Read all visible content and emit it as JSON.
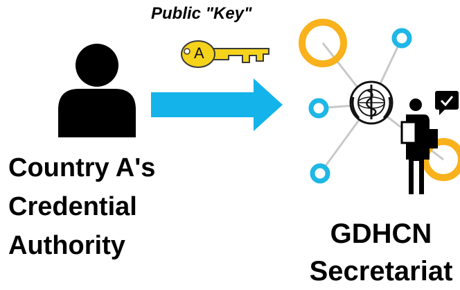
{
  "colors": {
    "key_gold": "#f6d31b",
    "arrow_blue": "#14b3ea",
    "node_orange": "#f9b11c",
    "node_blue": "#1fb7e5",
    "line_gray": "#c8c8c8",
    "ink": "#000000"
  },
  "key": {
    "label": "Public \"Key\"",
    "letter": "A",
    "icon": "key-icon"
  },
  "sender": {
    "icon": "person-icon",
    "label": "Country A's\nCredential\nAuthority"
  },
  "receiver": {
    "icons": [
      "network-icon",
      "who-emblem-icon",
      "presenter-icon",
      "chat-check-icon"
    ],
    "label": "GDHCN\nSecretariat"
  },
  "arrow": {
    "icon": "arrow-right-icon"
  }
}
